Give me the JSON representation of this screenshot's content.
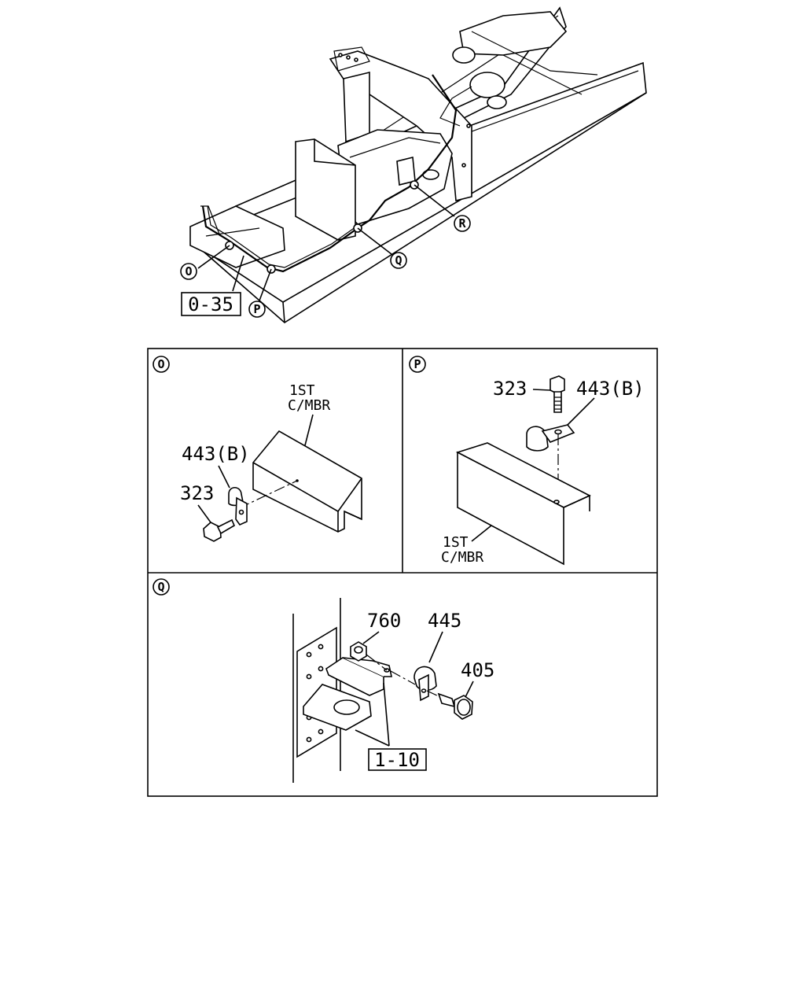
{
  "overview": {
    "callouts": {
      "o": "O",
      "p": "P",
      "q": "Q",
      "r": "R"
    },
    "ref_box": "0-35"
  },
  "panel_o": {
    "marker": "O",
    "member_label_line1": "1ST",
    "member_label_line2": "C/MBR",
    "part_clip": "443(B)",
    "part_bolt": "323"
  },
  "panel_p": {
    "marker": "P",
    "part_bolt": "323",
    "part_clip": "443(B)",
    "member_label_line1": "1ST",
    "member_label_line2": "C/MBR"
  },
  "panel_q": {
    "marker": "Q",
    "part_nut": "760",
    "part_clip": "445",
    "part_bolt": "405",
    "ref_box": "1-10"
  }
}
